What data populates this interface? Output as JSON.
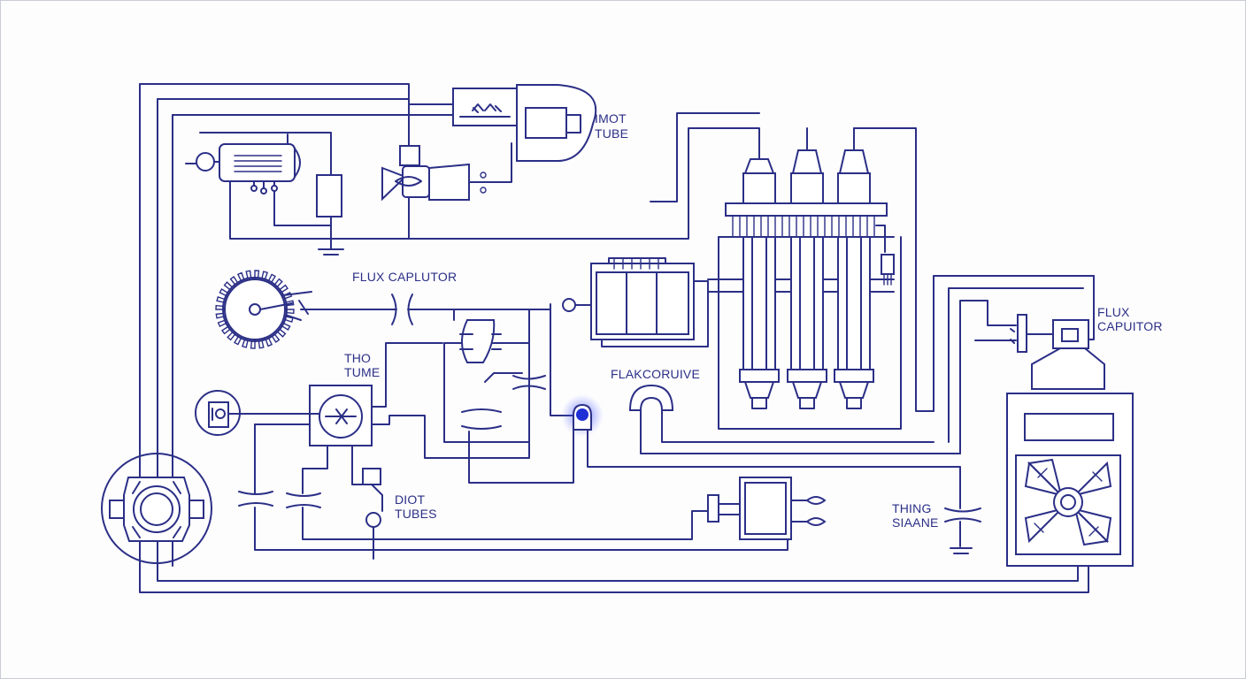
{
  "colors": {
    "ink": "#2b2f86",
    "glow": "#1f2fd6",
    "background": "#fdfdfe"
  },
  "labels": {
    "imot_tube": [
      "IMOT",
      "TUBE"
    ],
    "flux_caplutor": "FLUX CAPLUTOR",
    "tho_tume": [
      "THO",
      "TUME"
    ],
    "flakcoruive": "FLAKCORUIVE",
    "flux_capuitor": [
      "FLUX",
      "CAPUITOR"
    ],
    "diot_tubes": [
      "DIOT",
      "TUBES"
    ],
    "thing_siaane": [
      "THING",
      "SIAANE"
    ]
  },
  "icons": [
    "gear-icon",
    "motor-icon",
    "relay-icon",
    "vacuum-tube-icon",
    "capacitor-icon",
    "ground-icon",
    "fan-icon",
    "indicator-lamp-icon"
  ]
}
